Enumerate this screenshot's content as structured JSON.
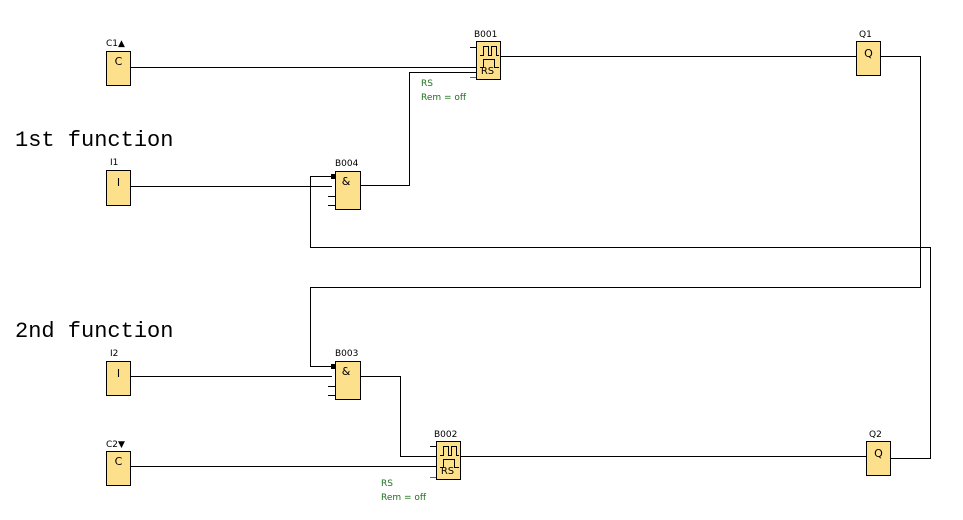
{
  "headings": {
    "first": "1st function",
    "second": "2nd function"
  },
  "blocks": {
    "C1": {
      "label": "C1▲",
      "symbol": "C"
    },
    "C2": {
      "label": "C2▼",
      "symbol": "C"
    },
    "I1": {
      "label": "I1",
      "symbol": "I"
    },
    "I2": {
      "label": "I2",
      "symbol": "I"
    },
    "B004": {
      "label": "B004",
      "symbol": "&"
    },
    "B003": {
      "label": "B003",
      "symbol": "&"
    },
    "B001": {
      "label": "B001",
      "symbol": "RS",
      "param1": "RS",
      "param2": "Rem = off"
    },
    "B002": {
      "label": "B002",
      "symbol": "RS",
      "param1": "RS",
      "param2": "Rem = off"
    },
    "Q1": {
      "label": "Q1",
      "symbol": "Q"
    },
    "Q2": {
      "label": "Q2",
      "symbol": "Q"
    }
  },
  "colors": {
    "block_fill": "#fde08c",
    "wire": "#000000",
    "param_text": "#207020"
  }
}
